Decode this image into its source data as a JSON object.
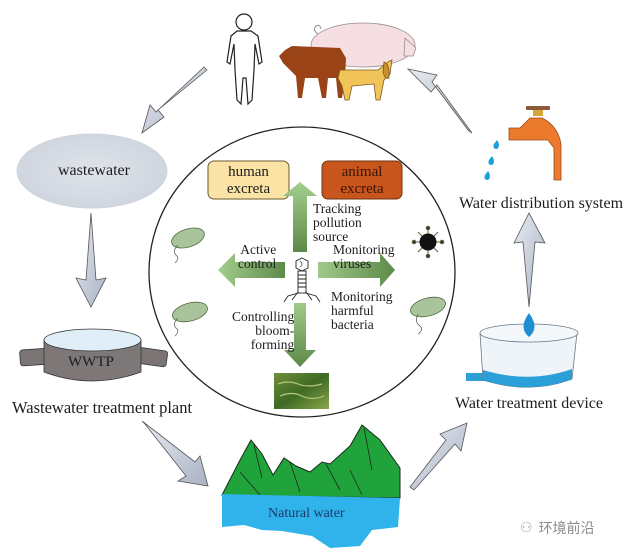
{
  "diagram": {
    "title": "Bacteriophage applications in the water cycle",
    "outer_cycle": [
      {
        "id": "sources",
        "icons": [
          "human-figure",
          "cow",
          "pig",
          "dog"
        ]
      },
      {
        "id": "wastewater",
        "label": "wastewater"
      },
      {
        "id": "wwtp",
        "label": "WWTP",
        "caption": "Wastewater treatment plant"
      },
      {
        "id": "natural-water",
        "label": "Natural water"
      },
      {
        "id": "water-treatment-device",
        "caption": "Water treatment device"
      },
      {
        "id": "water-distribution",
        "caption": "Water distribution system"
      }
    ],
    "center": {
      "boxes": {
        "human_excreta": "human\nexcreta",
        "animal_excreta": "animal\nexcreta"
      },
      "arrows": {
        "up": "Tracking\npollution\nsource",
        "left": "Active\ncontrol",
        "right_top": "Monitoring\nviruses",
        "right_bottom": "Monitoring\nharmful\nbacteria",
        "down": "Controlling\nbloom-\nforming"
      },
      "icons": [
        "bacteriophage",
        "bacterium",
        "virus",
        "algal-bloom"
      ]
    },
    "colors": {
      "human_box": "#fbe3a6",
      "animal_box": "#c8561c",
      "green_arrow": "#7aa862",
      "cycle_arrow": "#c8ceda",
      "water": "#2fb3ea",
      "mountain": "#1fa33a",
      "tap": "#ec7a2c"
    }
  },
  "watermark": {
    "text": "环境前沿"
  }
}
